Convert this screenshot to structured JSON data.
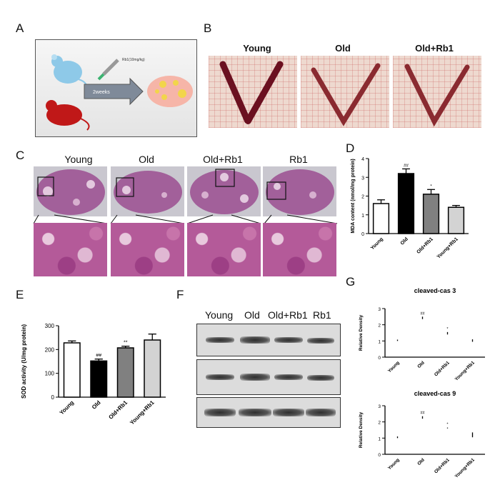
{
  "panels": {
    "A": "A",
    "B": "B",
    "C": "C",
    "D": "D",
    "E": "E",
    "F": "F",
    "G": "G"
  },
  "panelA": {
    "arrow_label": "2weeks",
    "syringe_label": "Rb1(10mg/kg)"
  },
  "panelB": {
    "titles": [
      "Young",
      "Old",
      "Old+Rb1"
    ]
  },
  "panelC": {
    "titles": [
      "Young",
      "Old",
      "Old+Rb1",
      "Rb1"
    ]
  },
  "panelF": {
    "lanes": [
      "Young",
      "Old",
      "Old+Rb1",
      "Rb1"
    ]
  },
  "colors": {
    "white": "#ffffff",
    "black": "#000000",
    "gray": "#808080",
    "lightgray": "#d3d3d3",
    "red": "#e32222"
  },
  "chart_data": [
    {
      "id": "D",
      "type": "bar",
      "title": "",
      "ylabel": "MDA content (nmol/mg protein)",
      "categories": [
        "Young",
        "Old",
        "Old+Rb1",
        "Young+Rb1"
      ],
      "values": [
        1.6,
        3.2,
        2.1,
        1.4
      ],
      "errors": [
        0.2,
        0.25,
        0.25,
        0.1
      ],
      "annotations": [
        "",
        "##",
        "*",
        ""
      ],
      "fills": [
        "#ffffff",
        "#000000",
        "#808080",
        "#d3d3d3"
      ],
      "ylim": [
        0,
        4
      ],
      "yticks": [
        0,
        1,
        2,
        3,
        4
      ]
    },
    {
      "id": "E",
      "type": "bar",
      "title": "",
      "ylabel": "SOD activity (U/mg protein)",
      "categories": [
        "Young",
        "Old",
        "Old+Rb1",
        "Young+Rb1"
      ],
      "values": [
        228,
        152,
        207,
        240
      ],
      "errors": [
        8,
        8,
        7,
        25
      ],
      "annotations": [
        "",
        "##",
        "**",
        ""
      ],
      "fills": [
        "#ffffff",
        "#000000",
        "#808080",
        "#d3d3d3"
      ],
      "ylim": [
        0,
        300
      ],
      "yticks": [
        0,
        100,
        200,
        300
      ]
    },
    {
      "id": "G1",
      "type": "bar",
      "title": "cleaved-cas 3",
      "ylabel": "Relative Density",
      "categories": [
        "Young",
        "Old",
        "Old+Rb1",
        "Young+Rb1"
      ],
      "values": [
        1.0,
        2.35,
        1.4,
        0.95
      ],
      "errors": [
        0.08,
        0.15,
        0.15,
        0.15
      ],
      "annotations": [
        "",
        "##",
        "*",
        ""
      ],
      "fills": [
        "#ffffff",
        "#e32222",
        "#808080",
        "#d3d3d3"
      ],
      "ylim": [
        0,
        3
      ],
      "yticks": [
        0,
        1,
        2,
        3
      ]
    },
    {
      "id": "G2",
      "type": "bar",
      "title": "cleaved-cas 9",
      "ylabel": "Relative Density",
      "categories": [
        "Young",
        "Old",
        "Old+Rb1",
        "Young+Rb1"
      ],
      "values": [
        1.0,
        2.2,
        1.6,
        1.05
      ],
      "errors": [
        0.1,
        0.15,
        0.05,
        0.3
      ],
      "annotations": [
        "",
        "##",
        "*",
        ""
      ],
      "fills": [
        "#ffffff",
        "#e32222",
        "#808080",
        "#d3d3d3"
      ],
      "ylim": [
        0,
        3
      ],
      "yticks": [
        0,
        1,
        2,
        3
      ]
    }
  ]
}
